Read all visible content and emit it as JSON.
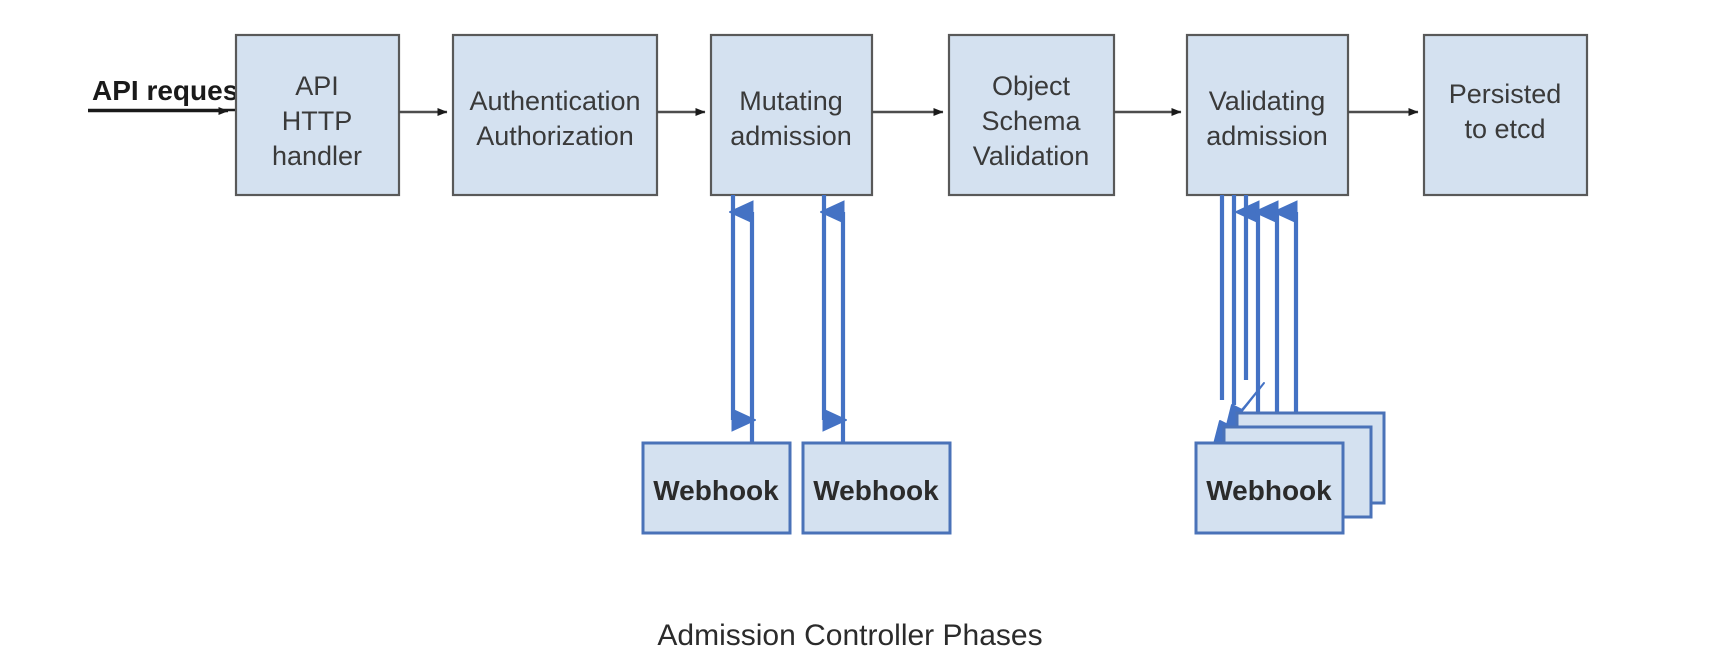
{
  "diagram": {
    "caption": "Admission Controller Phases",
    "entry_label": "API request",
    "colors": {
      "box_fill": "#d4e1f0",
      "box_stroke": "#595959",
      "webhook_fill": "#d4e1f0",
      "webhook_stroke": "#4a72b8",
      "arrow_black": "#1a1a1a",
      "arrow_blue": "#4472c4",
      "text": "#3a3a3a",
      "background": "#ffffff"
    },
    "phases": [
      {
        "id": "api-http-handler",
        "lines": [
          "API",
          "HTTP",
          "handler"
        ]
      },
      {
        "id": "authentication",
        "lines": [
          "Authentication",
          "Authorization"
        ]
      },
      {
        "id": "mutating-admission",
        "lines": [
          "Mutating",
          "admission"
        ]
      },
      {
        "id": "object-schema-validation",
        "lines": [
          "Object",
          "Schema",
          "Validation"
        ]
      },
      {
        "id": "validating-admission",
        "lines": [
          "Validating",
          "admission"
        ]
      },
      {
        "id": "persisted-to-etcd",
        "lines": [
          "Persisted",
          "to etcd"
        ]
      }
    ],
    "webhooks": [
      {
        "id": "mutating-webhook-1",
        "label": "Webhook",
        "phase": "mutating-admission"
      },
      {
        "id": "mutating-webhook-2",
        "label": "Webhook",
        "phase": "mutating-admission"
      },
      {
        "id": "validating-webhook-stack",
        "label": "Webhook",
        "phase": "validating-admission",
        "stacked": 3
      }
    ],
    "flow_connections": [
      {
        "from": "api-request",
        "to": "api-http-handler"
      },
      {
        "from": "api-http-handler",
        "to": "authentication"
      },
      {
        "from": "authentication",
        "to": "mutating-admission"
      },
      {
        "from": "mutating-admission",
        "to": "object-schema-validation"
      },
      {
        "from": "object-schema-validation",
        "to": "validating-admission"
      },
      {
        "from": "validating-admission",
        "to": "persisted-to-etcd"
      }
    ]
  }
}
